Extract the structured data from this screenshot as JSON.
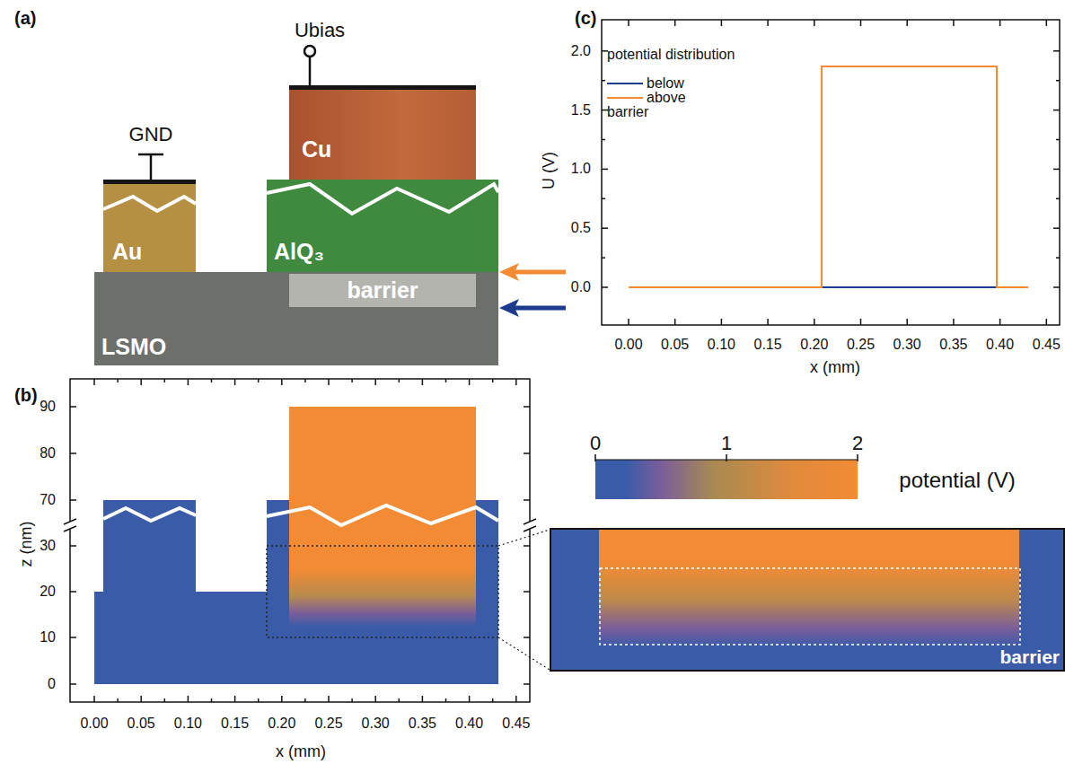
{
  "diagram": {
    "nodes": [
      {
        "text": [
          "Cu"
        ]
      },
      {
        "text": [
          "AlQ₃"
        ]
      },
      {
        "text": [
          "Au"
        ]
      },
      {
        "text": [
          "LSMO"
        ]
      },
      {
        "text": [
          "barrier"
        ],
        "in": 3
      },
      {
        "text": [
          "barrier"
        ]
      }
    ],
    "labels": [
      "(a)",
      "GND",
      "Ubias",
      "(b)",
      "0",
      "10",
      "20",
      "30",
      "70",
      "80",
      "90",
      "z (nm)",
      "0.00",
      "0.05",
      "0.10",
      "0.15",
      "0.20",
      "0.25",
      "0.30",
      "0.35",
      "0.40",
      "0.45",
      "x (mm)",
      "0",
      "1",
      "2",
      "potential (V)",
      "(c)",
      "potential distribution",
      "barrier",
      "0.0",
      "0.5",
      "1.0",
      "1.5",
      "2.0",
      "U (V)",
      "0.00",
      "0.05",
      "0.10",
      "0.15",
      "0.20",
      "0.25",
      "0.30",
      "0.35",
      "0.40",
      "0.45",
      "x (mm)"
    ],
    "legend": [
      {
        "text": "below"
      },
      {
        "text": "above"
      }
    ]
  }
}
